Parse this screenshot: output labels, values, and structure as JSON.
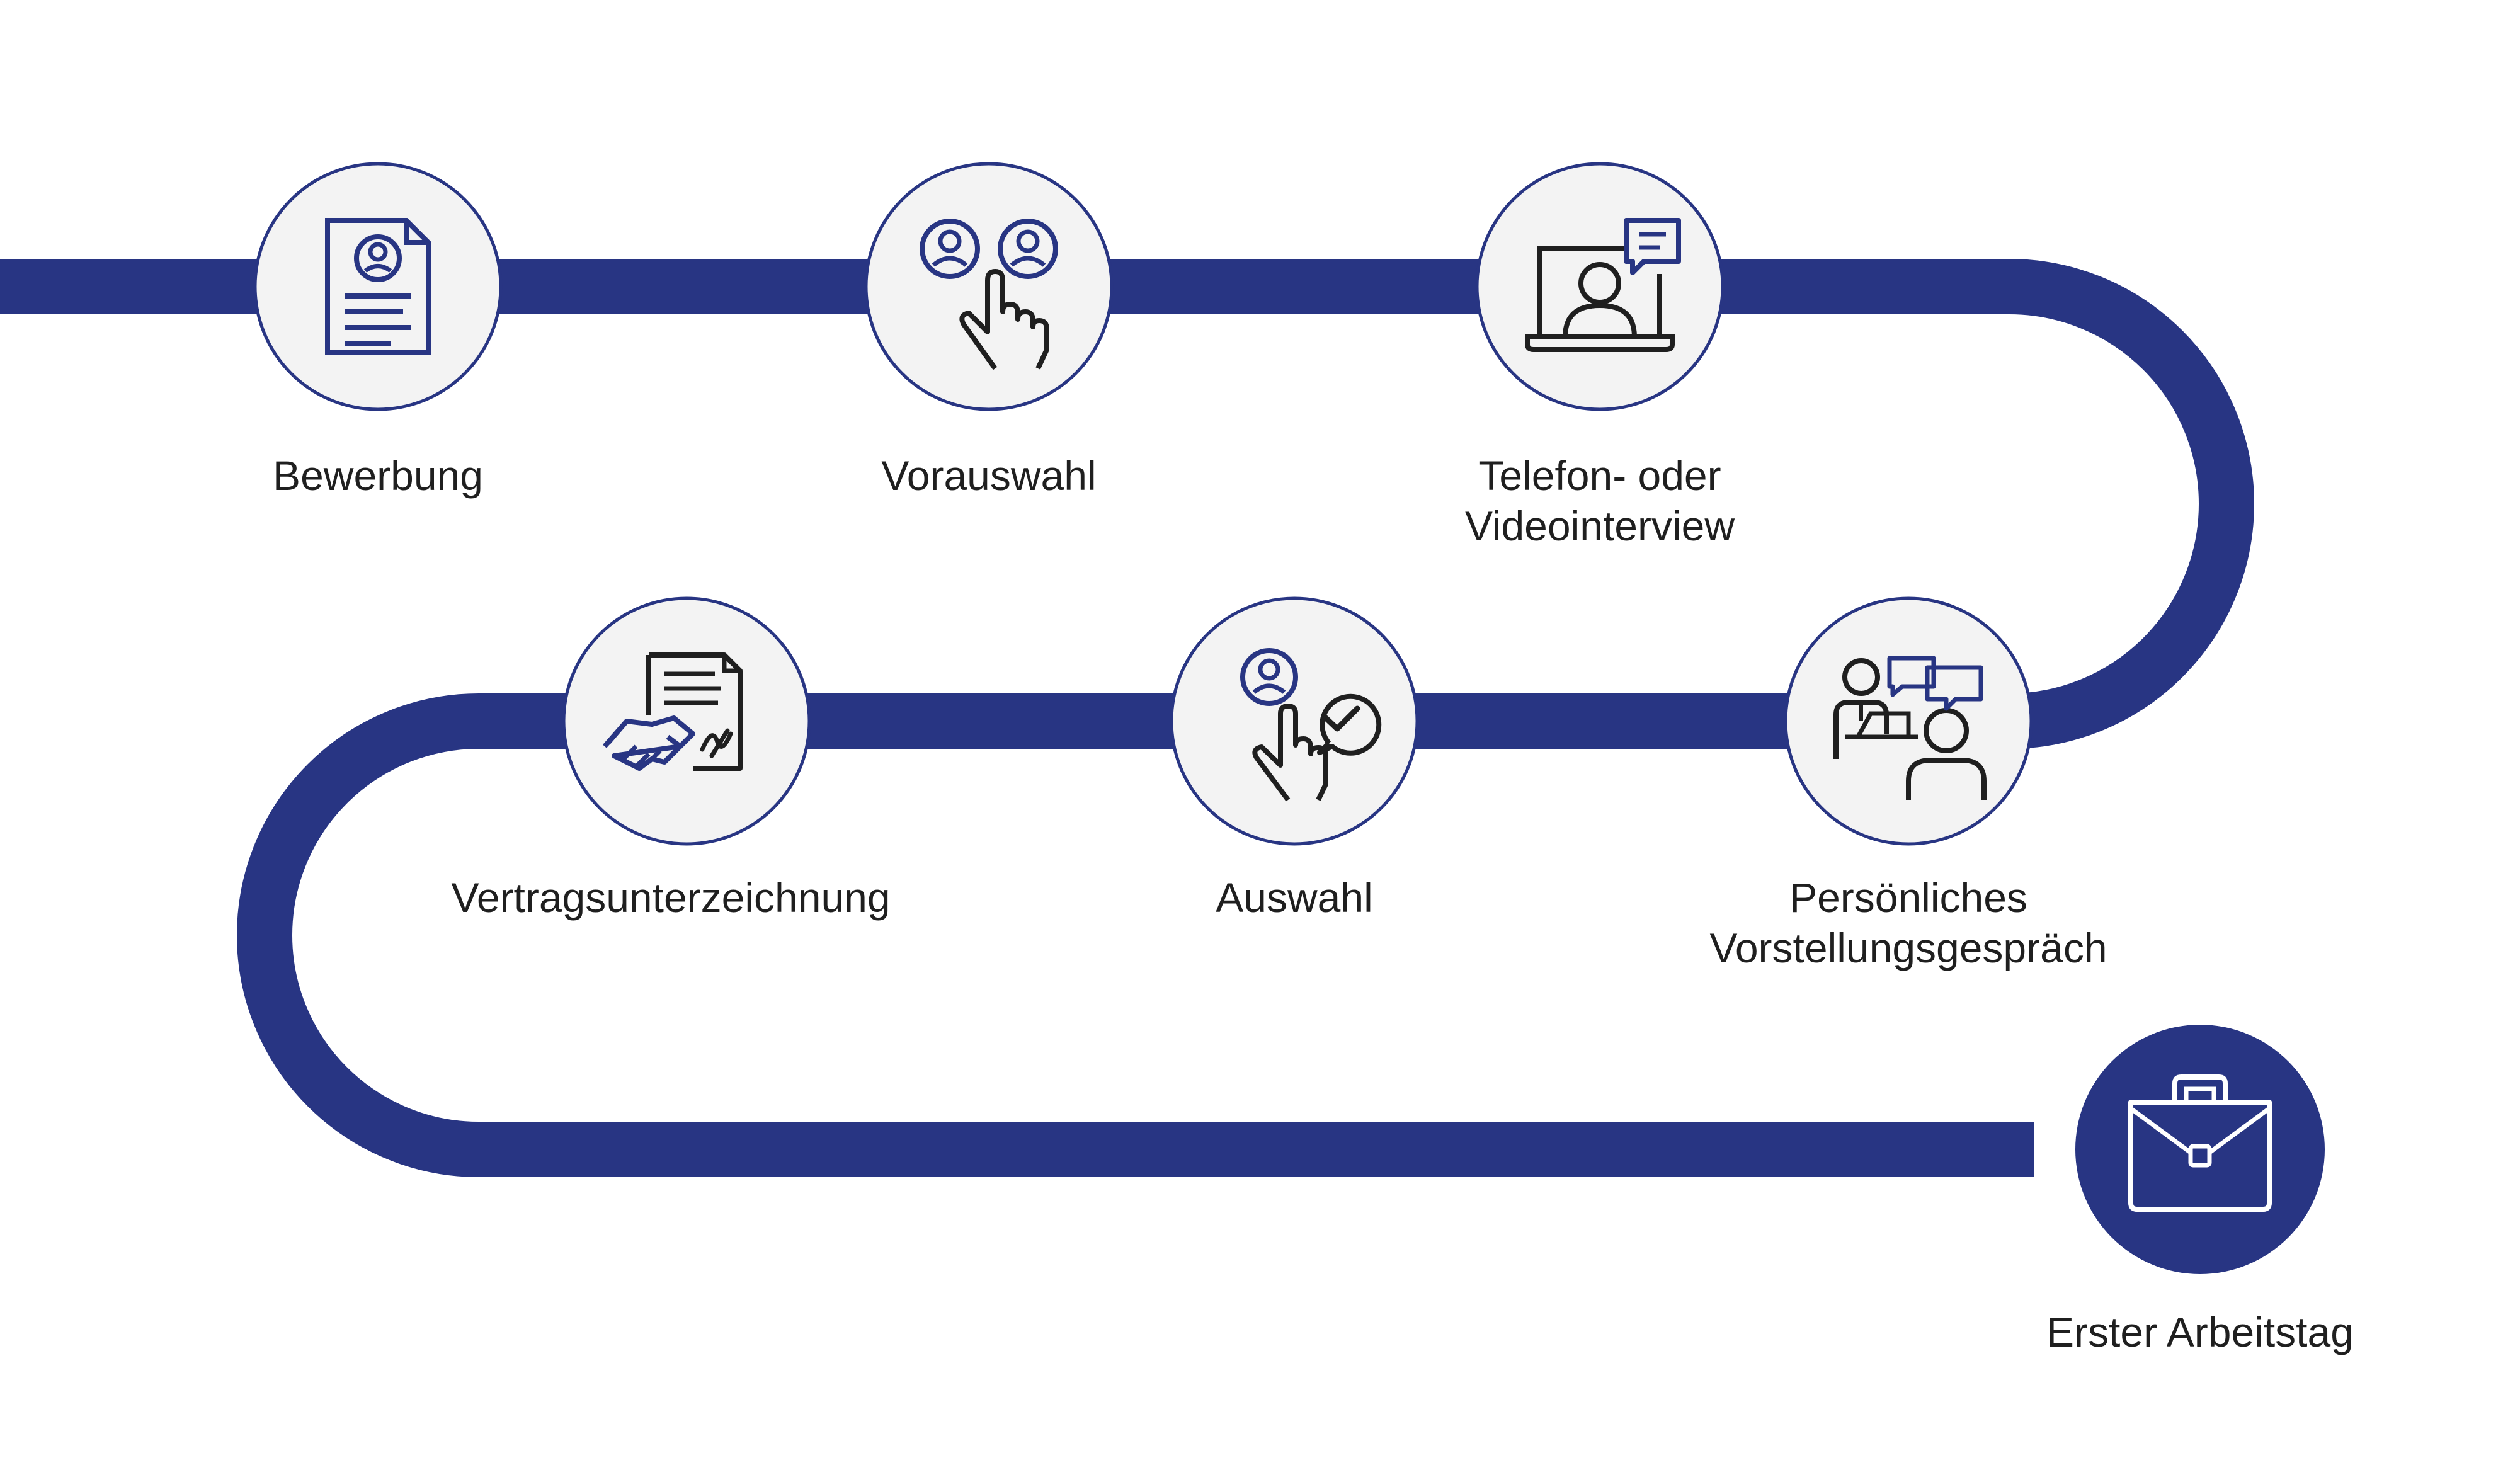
{
  "colors": {
    "path": "#283583",
    "circle_fill": "#f3f3f3",
    "circle_stroke": "#283583",
    "icon_dark": "#1f1f1f",
    "icon_accent": "#283583",
    "final_fill": "#283583",
    "final_icon": "#ffffff",
    "text": "#1f1f1f"
  },
  "steps": [
    {
      "id": "bewerbung",
      "icon": "resume-icon",
      "lines": [
        "Bewerbung"
      ]
    },
    {
      "id": "vorauswahl",
      "icon": "select-candidates-icon",
      "lines": [
        "Vorauswahl"
      ]
    },
    {
      "id": "videointerview",
      "icon": "video-call-icon",
      "lines": [
        "Telefon- oder",
        "Videointerview"
      ]
    },
    {
      "id": "vorstellungsgespraech",
      "icon": "meeting-icon",
      "lines": [
        "Persönliches",
        "Vorstellungsgespräch"
      ]
    },
    {
      "id": "auswahl",
      "icon": "select-person-check-icon",
      "lines": [
        "Auswahl"
      ]
    },
    {
      "id": "vertragsunterzeichnung",
      "icon": "contract-handshake-icon",
      "lines": [
        "Vertragsunterzeichnung"
      ]
    },
    {
      "id": "erster-arbeitstag",
      "icon": "briefcase-icon",
      "lines": [
        "Erster Arbeitstag"
      ]
    }
  ]
}
